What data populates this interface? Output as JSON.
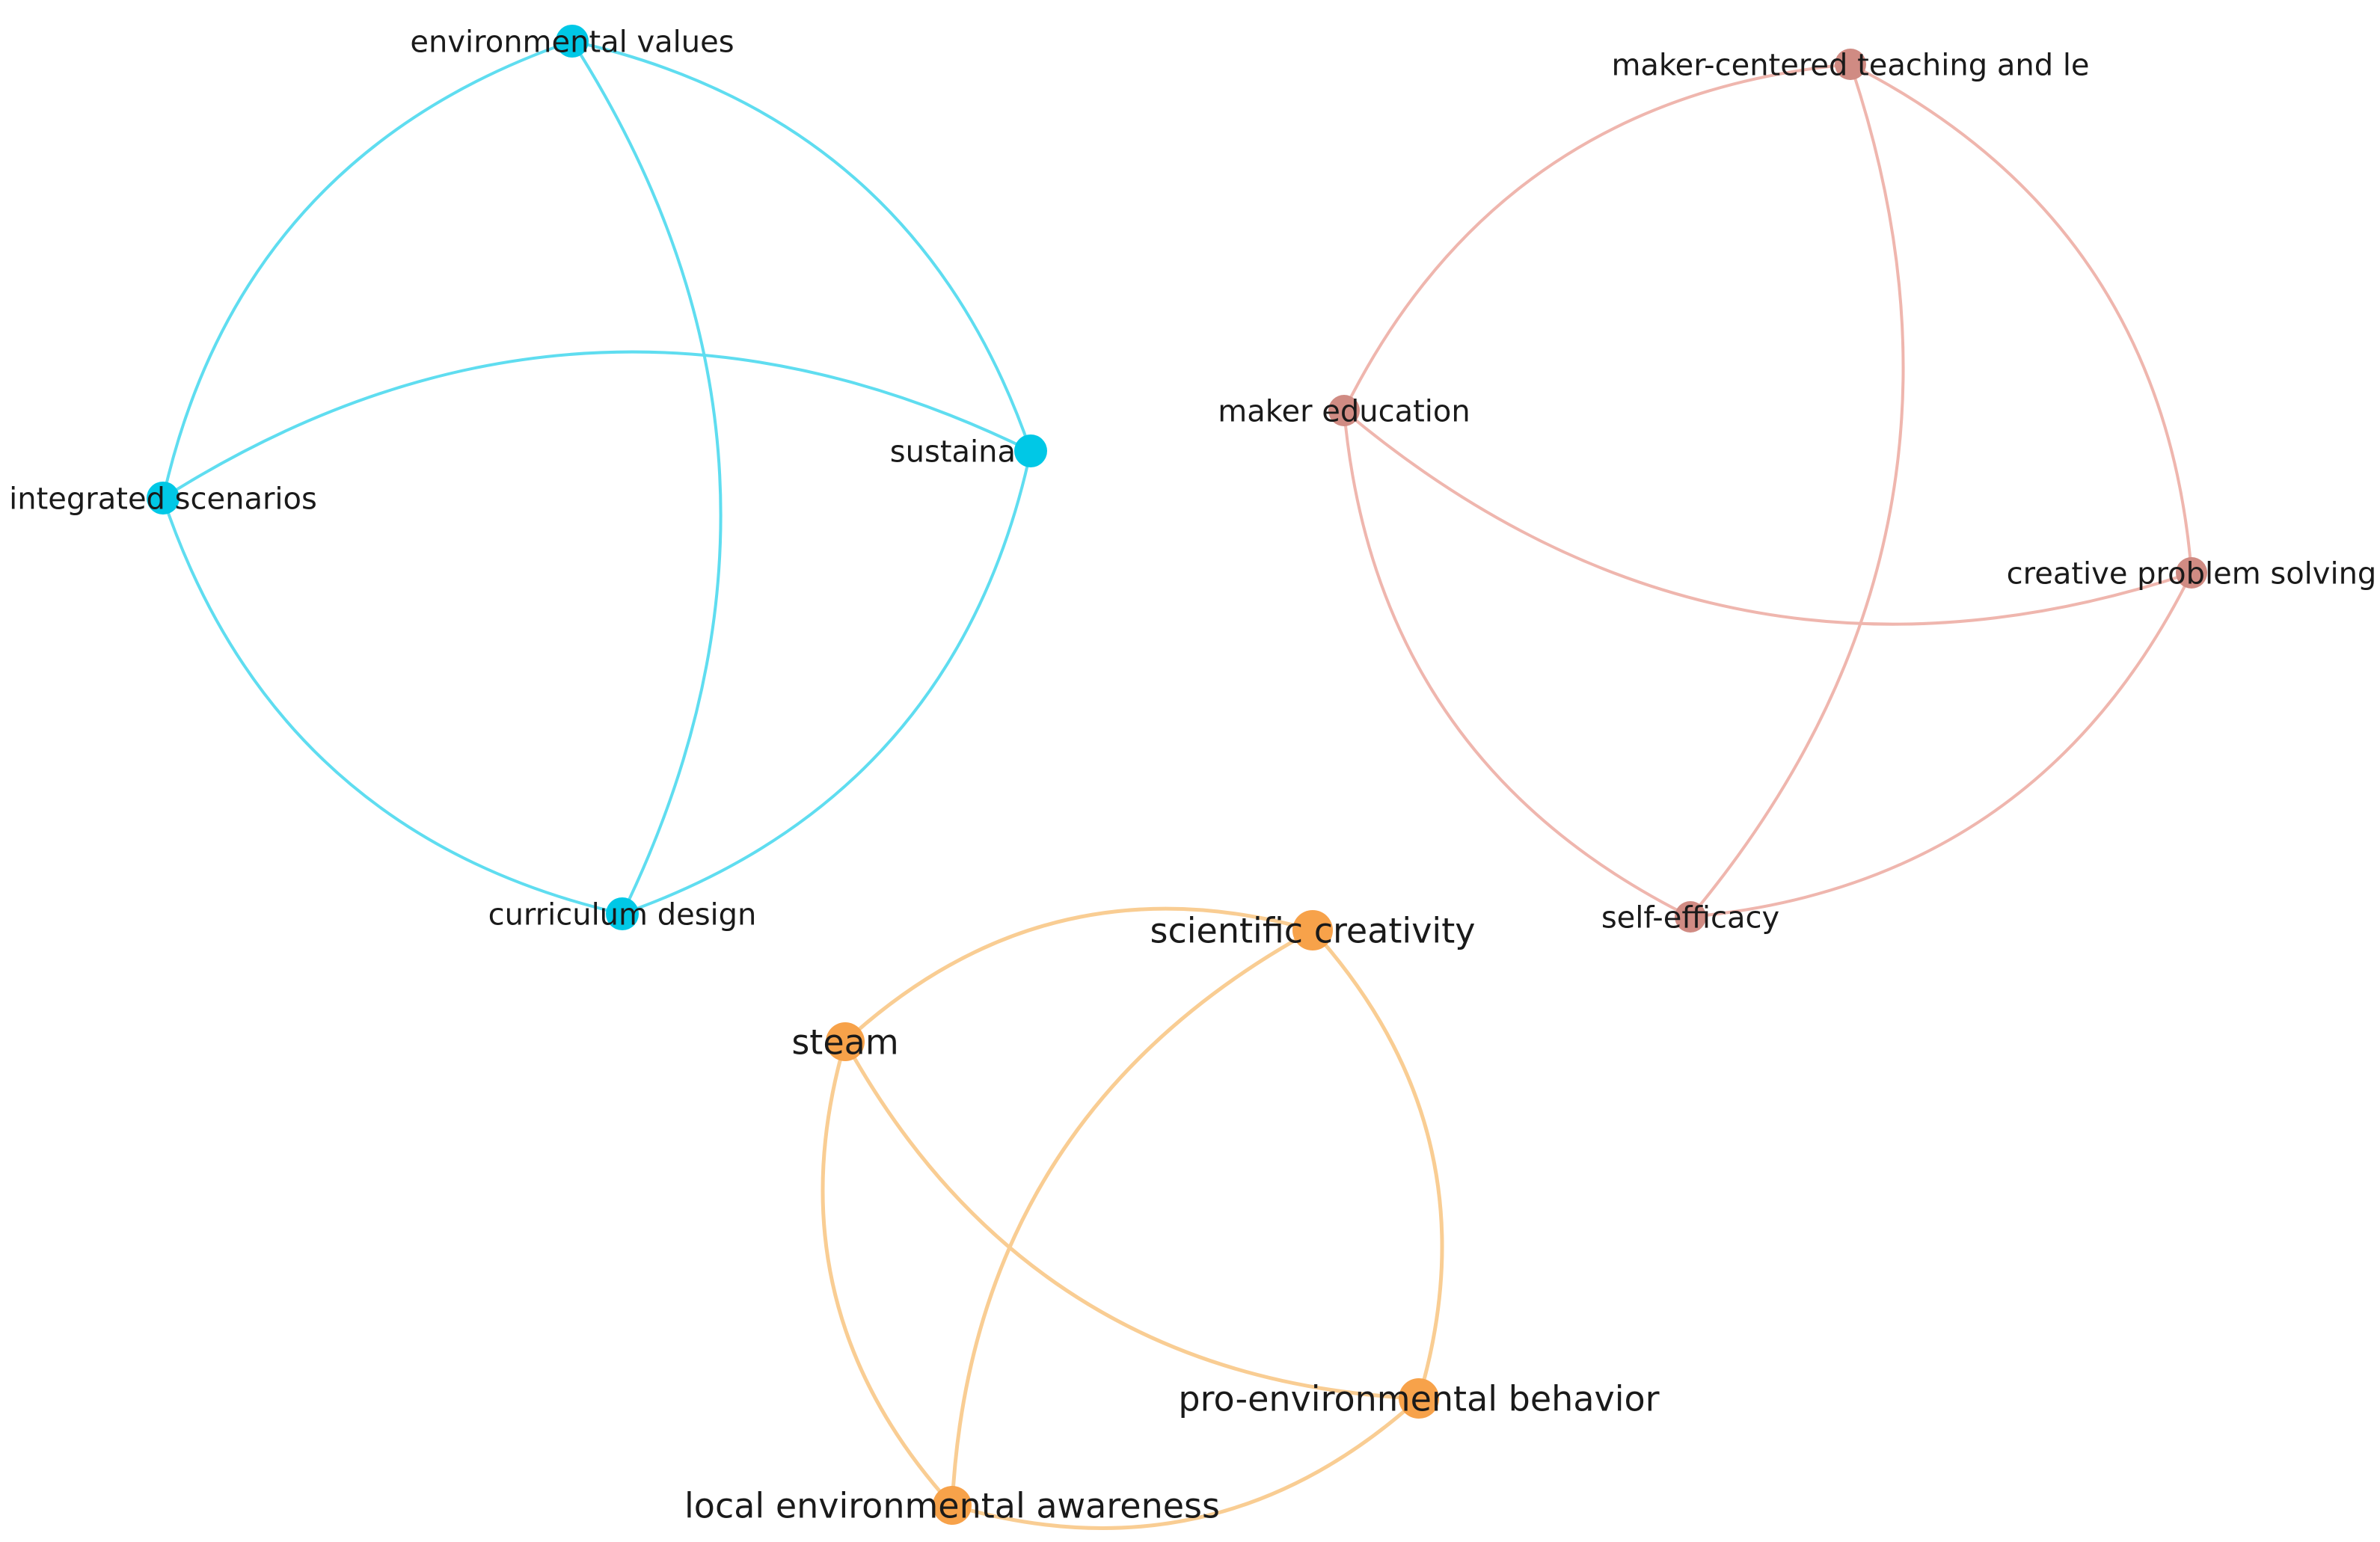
{
  "clusters": [
    {
      "id": "cyan",
      "color": "#00C8E6",
      "edge_color": "#5FDDF0",
      "nodes": [
        {
          "id": "ev",
          "label": "environmental values"
        },
        {
          "id": "su",
          "label": "sustaina"
        },
        {
          "id": "is",
          "label": "integrated scenarios"
        },
        {
          "id": "cd",
          "label": "curriculum design"
        }
      ],
      "edges": [
        [
          "ev",
          "su"
        ],
        [
          "su",
          "cd"
        ],
        [
          "cd",
          "is"
        ],
        [
          "is",
          "ev"
        ],
        [
          "ev",
          "cd"
        ],
        [
          "is",
          "su"
        ]
      ]
    },
    {
      "id": "red",
      "color": "#D08B83",
      "edge_color": "#EFB6AE",
      "nodes": [
        {
          "id": "mc",
          "label": "maker-centered teaching and le"
        },
        {
          "id": "me",
          "label": "maker education"
        },
        {
          "id": "cp",
          "label": "creative problem solving"
        },
        {
          "id": "se",
          "label": "self-efficacy"
        }
      ],
      "edges": [
        [
          "me",
          "mc"
        ],
        [
          "me",
          "cp"
        ],
        [
          "me",
          "se"
        ],
        [
          "mc",
          "cp"
        ],
        [
          "mc",
          "se"
        ],
        [
          "cp",
          "se"
        ]
      ]
    },
    {
      "id": "orange",
      "color": "#F7A24A",
      "edge_color": "#F9CD93",
      "nodes": [
        {
          "id": "sc",
          "label": "scientific creativity"
        },
        {
          "id": "st",
          "label": "steam"
        },
        {
          "id": "pe",
          "label": "pro-environmental behavior"
        },
        {
          "id": "le",
          "label": "local environmental awareness"
        }
      ],
      "edges": [
        [
          "st",
          "sc"
        ],
        [
          "st",
          "pe"
        ],
        [
          "st",
          "le"
        ],
        [
          "sc",
          "pe"
        ],
        [
          "sc",
          "le"
        ],
        [
          "pe",
          "le"
        ]
      ]
    }
  ]
}
